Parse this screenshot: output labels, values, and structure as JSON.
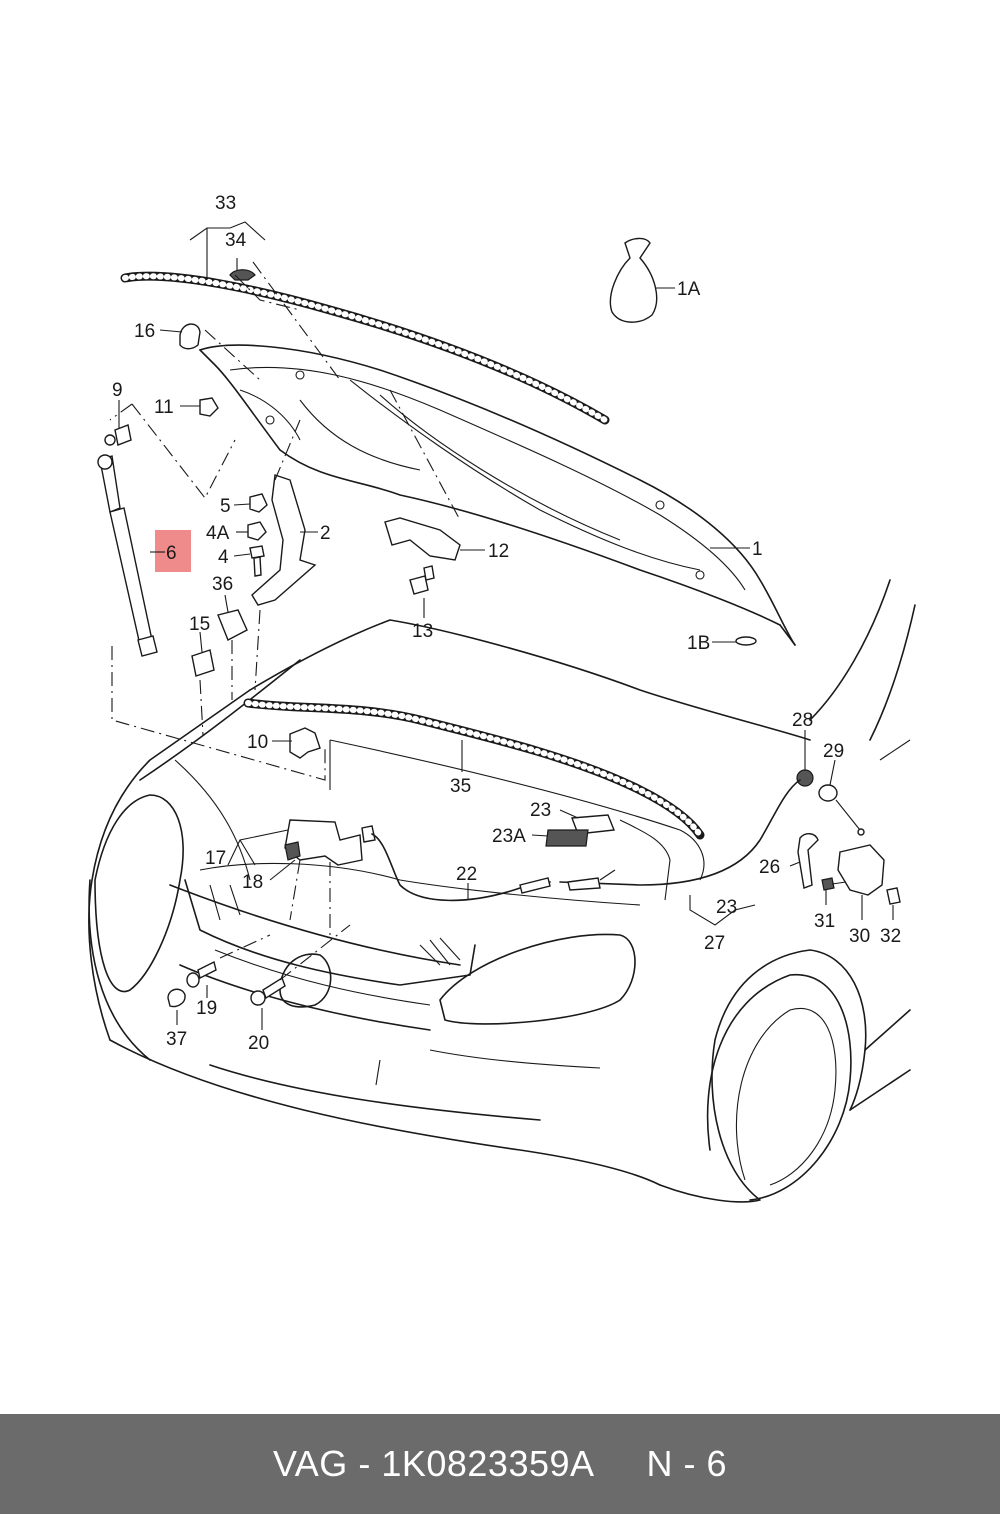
{
  "diagram": {
    "labels": [
      {
        "id": "33",
        "text": "33"
      },
      {
        "id": "34",
        "text": "34"
      },
      {
        "id": "16",
        "text": "16"
      },
      {
        "id": "1A",
        "text": "1A"
      },
      {
        "id": "9",
        "text": "9"
      },
      {
        "id": "11",
        "text": "11"
      },
      {
        "id": "5",
        "text": "5"
      },
      {
        "id": "4A",
        "text": "4A"
      },
      {
        "id": "2",
        "text": "2"
      },
      {
        "id": "4",
        "text": "4"
      },
      {
        "id": "6",
        "text": "6"
      },
      {
        "id": "12",
        "text": "12"
      },
      {
        "id": "1",
        "text": "1"
      },
      {
        "id": "36",
        "text": "36"
      },
      {
        "id": "15",
        "text": "15"
      },
      {
        "id": "13",
        "text": "13"
      },
      {
        "id": "1B",
        "text": "1B"
      },
      {
        "id": "28",
        "text": "28"
      },
      {
        "id": "10",
        "text": "10"
      },
      {
        "id": "29",
        "text": "29"
      },
      {
        "id": "35",
        "text": "35"
      },
      {
        "id": "23-top",
        "text": "23"
      },
      {
        "id": "23A",
        "text": "23A"
      },
      {
        "id": "17",
        "text": "17"
      },
      {
        "id": "26",
        "text": "26"
      },
      {
        "id": "18",
        "text": "18"
      },
      {
        "id": "22",
        "text": "22"
      },
      {
        "id": "23-bottom",
        "text": "23"
      },
      {
        "id": "31",
        "text": "31"
      },
      {
        "id": "30",
        "text": "30"
      },
      {
        "id": "32",
        "text": "32"
      },
      {
        "id": "27",
        "text": "27"
      },
      {
        "id": "19",
        "text": "19"
      },
      {
        "id": "37",
        "text": "37"
      },
      {
        "id": "20",
        "text": "20"
      }
    ],
    "highlight_color": "#f08b8b"
  },
  "footer": {
    "brand": "VAG",
    "separator": "-",
    "part_number": "1K0823359A",
    "position": "N - 6",
    "background": "#6b6b6b"
  }
}
